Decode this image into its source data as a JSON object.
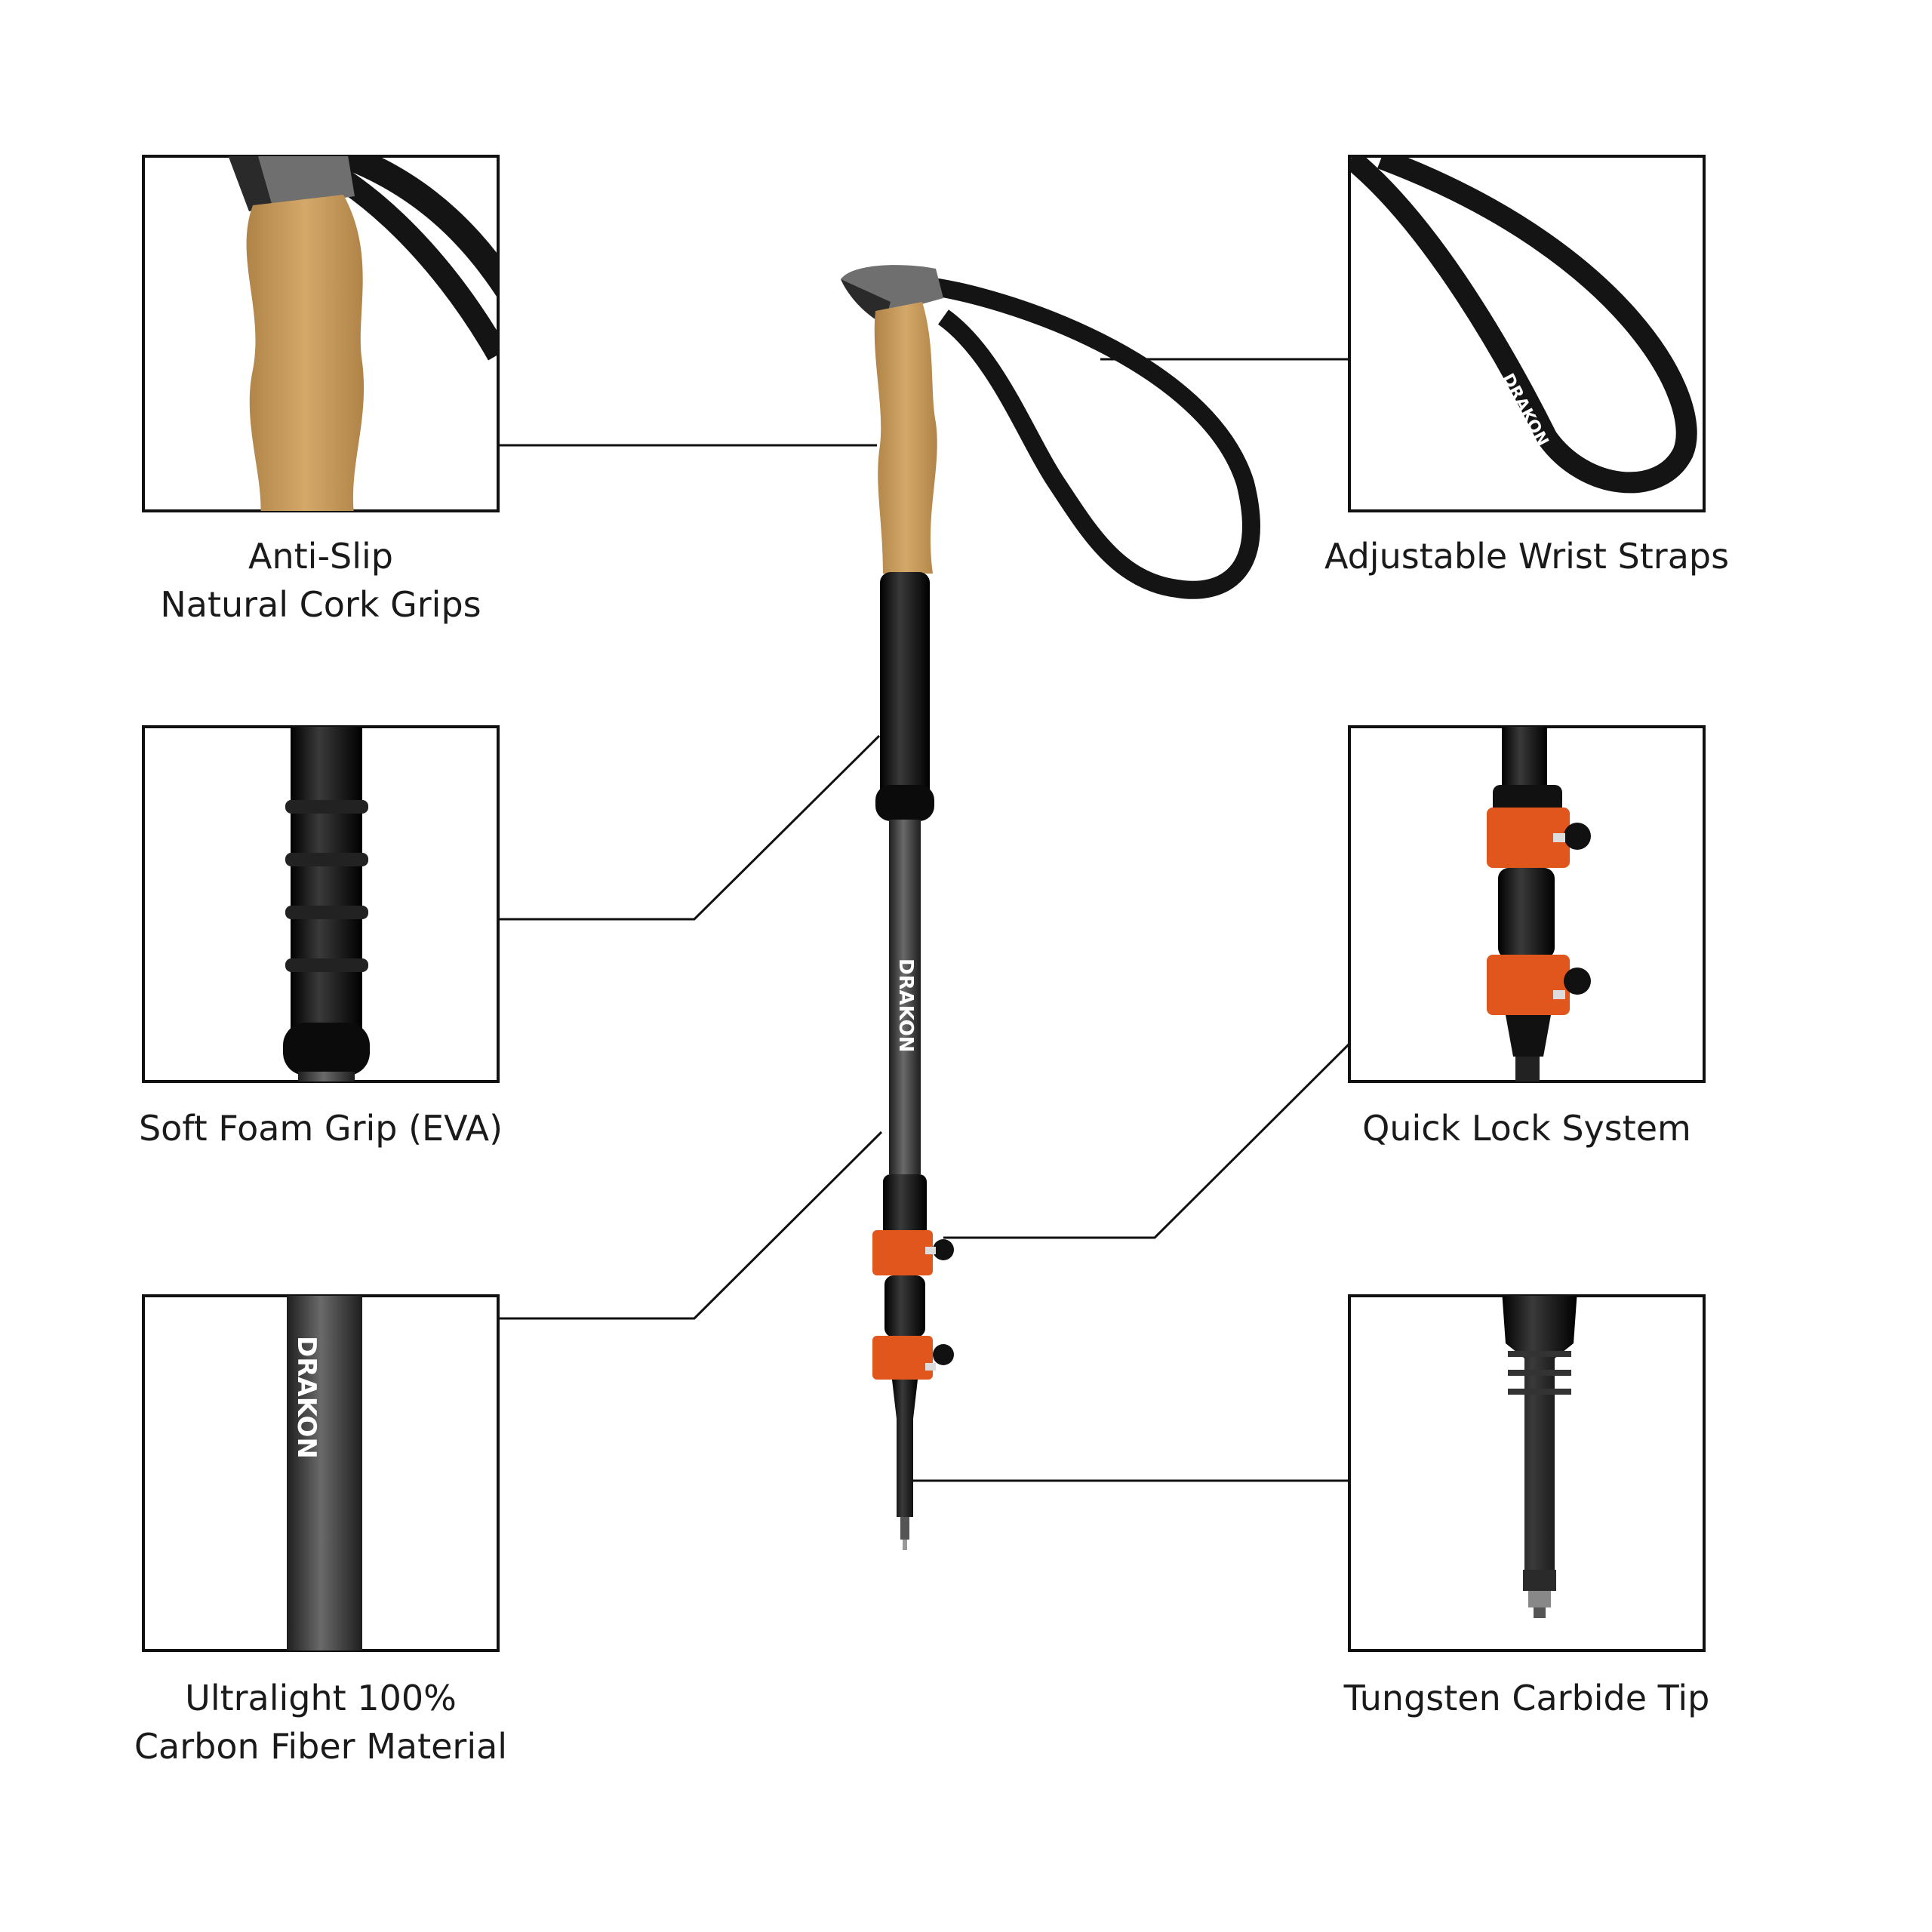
{
  "brand": "DRAKON",
  "features": {
    "cork_grip": {
      "line1": "Anti-Slip",
      "line2": "Natural Cork Grips"
    },
    "wrist_straps": {
      "line1": "Adjustable Wrist Straps"
    },
    "foam_grip": {
      "line1": "Soft Foam Grip (EVA)"
    },
    "quick_lock": {
      "line1": "Quick Lock System"
    },
    "carbon": {
      "line1": "Ultralight 100%",
      "line2": "Carbon Fiber Material"
    },
    "tip": {
      "line1": "Tungsten Carbide Tip"
    }
  },
  "colors": {
    "cork": "#c99a5b",
    "cork_dark": "#b08348",
    "foam": "#0d0d0d",
    "carbon": "#3a3a3a",
    "lock_orange": "#e0561c",
    "cap_gray": "#7a7a7a",
    "strap": "#141414"
  },
  "icons": [
    "cork-grip-closeup",
    "wrist-strap-closeup",
    "foam-grip-closeup",
    "quick-lock-closeup",
    "carbon-shaft-closeup",
    "carbide-tip-closeup"
  ]
}
